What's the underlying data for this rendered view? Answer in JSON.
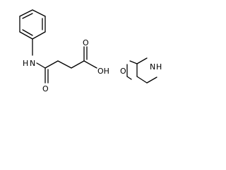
{
  "diagram": {
    "type": "chemical-structure",
    "line_color": "#000000",
    "background": "#ffffff",
    "molecules": [
      {
        "atom_labels": {
          "amide_nitrogen": "N",
          "amide_hydrogen": "H",
          "amide_oxygen": "O",
          "acid_oxygen": "O",
          "hydroxyl": "OH"
        }
      },
      {
        "atom_labels": {
          "ring_nitrogen": "N",
          "ring_hydrogen": "H",
          "ring_oxygen": "O"
        }
      }
    ]
  }
}
